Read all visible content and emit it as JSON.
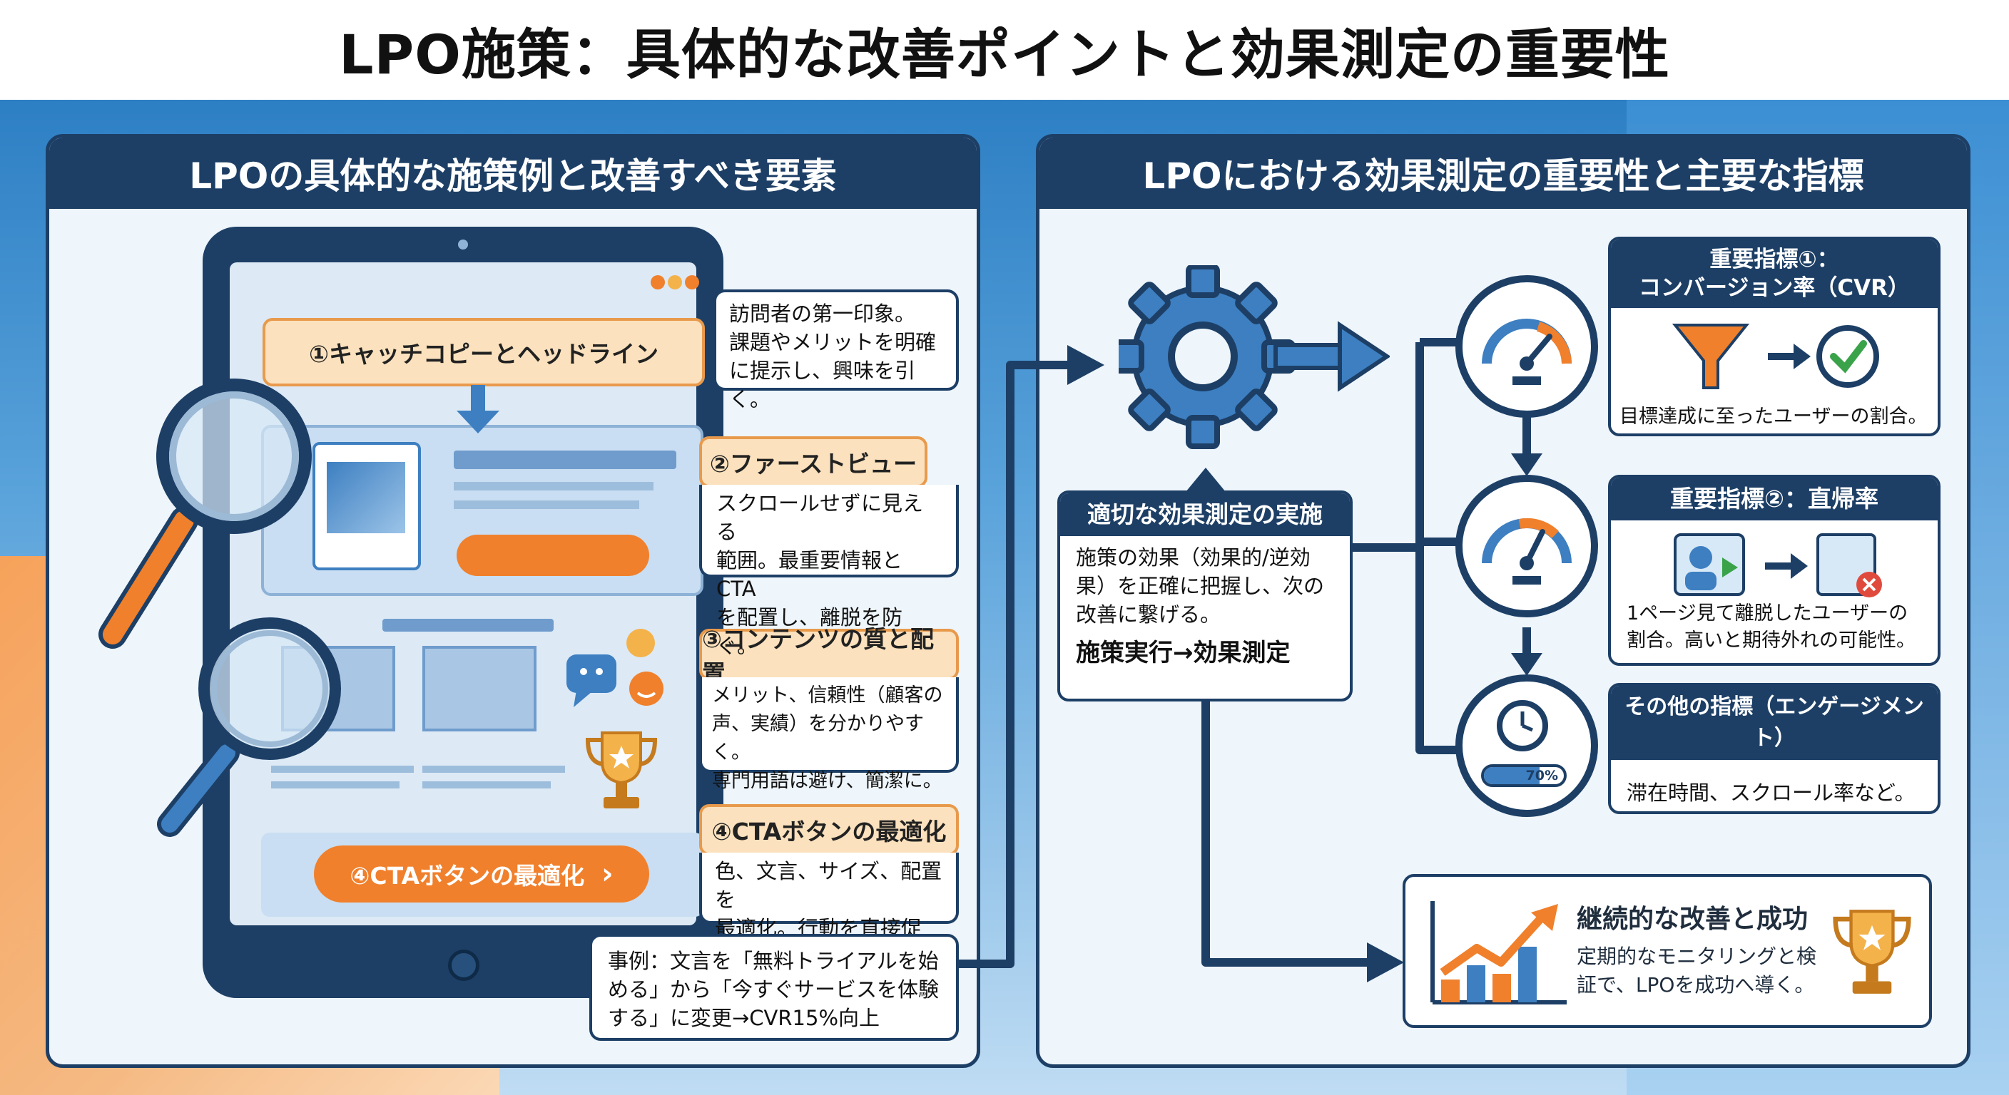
{
  "title": "LPO施策：具体的な改善ポイントと効果測定の重要性",
  "left_panel": {
    "heading": "LPOの具体的な施策例と改善すべき要素",
    "callouts": {
      "c1": "①キャッチコピーとヘッドライン",
      "c2": "②ファーストビュー",
      "c3": "③コンテンツの質と配置",
      "c4": "④CTAボタンの最適化",
      "cta_button": "④CTAボタンの最適化"
    },
    "notes": {
      "n1": [
        "訪問者の第一印象。",
        "課題やメリットを明確",
        "に提示し、興味を引く。"
      ],
      "n2": [
        "スクロールせずに見える",
        "範囲。最重要情報とCTA",
        "を配置し、離脱を防ぐ。"
      ],
      "n3": [
        "メリット、信頼性（顧客の",
        "声、実績）を分かりやすく。",
        "専門用語は避け、簡潔に。"
      ],
      "n4": [
        "色、文言、サイズ、配置を",
        "最適化。行動を直接促す。"
      ],
      "example": [
        "事例：文言を「無料トライアルを始",
        "める」から「今すぐサービスを体験",
        "する」に変更→CVR15%向上"
      ]
    }
  },
  "right_panel": {
    "heading": "LPOにおける効果測定の重要性と主要な指標",
    "measure": {
      "head": "適切な効果測定の実施",
      "body": [
        "施策の効果（効果的/逆効",
        "果）を正確に把握し、次の",
        "改善に繋げる。"
      ],
      "flow": "施策実行→効果測定"
    },
    "metric1": {
      "head": [
        "重要指標①：",
        "コンバージョン率（CVR）"
      ],
      "body": "目標達成に至ったユーザーの割合。"
    },
    "metric2": {
      "head": "重要指標②：直帰率",
      "body": [
        "1ページ見て離脱したユーザーの",
        "割合。高いと期待外れの可能性。"
      ]
    },
    "metric3": {
      "head": "その他の指標（エンゲージメント）",
      "body": "滞在時間、スクロール率など。",
      "progress_label": "70%",
      "progress_value": 70
    },
    "success": {
      "head": "継続的な改善と成功",
      "body": [
        "定期的なモニタリングと検",
        "証で、LPOを成功へ導く。"
      ]
    }
  },
  "colors": {
    "navy": "#1d3f66",
    "orange": "#f0802c",
    "peach": "#fbe1bd",
    "blue": "#3d7fc1",
    "green": "#3aa34a"
  }
}
